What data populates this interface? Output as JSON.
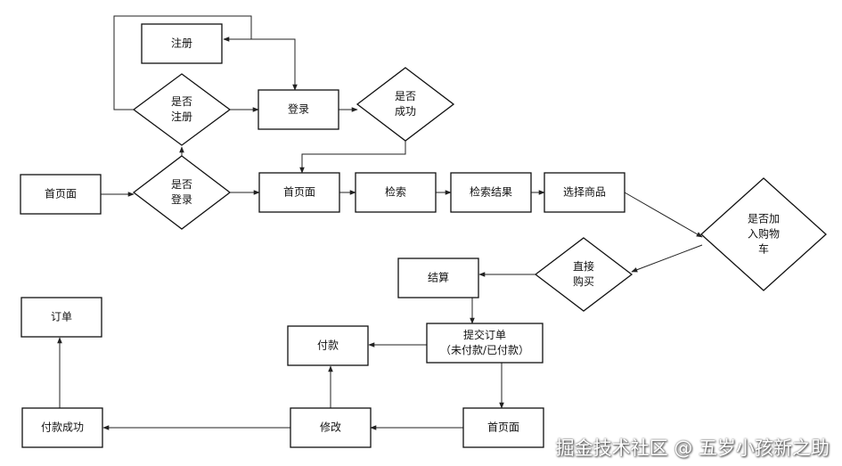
{
  "nodes": [
    {
      "id": "register",
      "shape": "rect",
      "lines": [
        "注册"
      ]
    },
    {
      "id": "dec_register",
      "shape": "diamond",
      "lines": [
        "是否",
        "注册"
      ]
    },
    {
      "id": "login",
      "shape": "rect",
      "lines": [
        "登录"
      ]
    },
    {
      "id": "dec_success",
      "shape": "diamond",
      "lines": [
        "是否",
        "成功"
      ]
    },
    {
      "id": "home_start",
      "shape": "rect",
      "lines": [
        "首页面"
      ]
    },
    {
      "id": "dec_login",
      "shape": "diamond",
      "lines": [
        "是否",
        "登录"
      ]
    },
    {
      "id": "home2",
      "shape": "rect",
      "lines": [
        "首页面"
      ]
    },
    {
      "id": "search",
      "shape": "rect",
      "lines": [
        "检索"
      ]
    },
    {
      "id": "search_result",
      "shape": "rect",
      "lines": [
        "检索结果"
      ]
    },
    {
      "id": "select_goods",
      "shape": "rect",
      "lines": [
        "选择商品"
      ]
    },
    {
      "id": "dec_cart",
      "shape": "diamond",
      "lines": [
        "是否加",
        "入购物",
        "车"
      ]
    },
    {
      "id": "dec_buy",
      "shape": "diamond",
      "lines": [
        "直接",
        "购买"
      ]
    },
    {
      "id": "checkout",
      "shape": "rect",
      "lines": [
        "结算"
      ]
    },
    {
      "id": "submit_order",
      "shape": "rect",
      "lines": [
        "提交订单",
        "（未付款/已付款）"
      ]
    },
    {
      "id": "pay",
      "shape": "rect",
      "lines": [
        "付款"
      ]
    },
    {
      "id": "home3",
      "shape": "rect",
      "lines": [
        "首页面"
      ]
    },
    {
      "id": "modify",
      "shape": "rect",
      "lines": [
        "修改"
      ]
    },
    {
      "id": "pay_success",
      "shape": "rect",
      "lines": [
        "付款成功"
      ]
    },
    {
      "id": "order",
      "shape": "rect",
      "lines": [
        "订单"
      ]
    }
  ],
  "edges": [
    {
      "from": "home_start",
      "to": "dec_login"
    },
    {
      "from": "dec_login",
      "to": "home2"
    },
    {
      "from": "dec_login",
      "to": "dec_register"
    },
    {
      "from": "dec_register",
      "to": "login"
    },
    {
      "from": "dec_register",
      "to": "register"
    },
    {
      "from": "register",
      "to": "login"
    },
    {
      "from": "login",
      "to": "dec_success"
    },
    {
      "from": "dec_success",
      "to": "home2"
    },
    {
      "from": "home2",
      "to": "search"
    },
    {
      "from": "search",
      "to": "search_result"
    },
    {
      "from": "search_result",
      "to": "select_goods"
    },
    {
      "from": "select_goods",
      "to": "dec_cart"
    },
    {
      "from": "dec_cart",
      "to": "dec_buy"
    },
    {
      "from": "dec_buy",
      "to": "checkout"
    },
    {
      "from": "checkout",
      "to": "submit_order"
    },
    {
      "from": "submit_order",
      "to": "pay"
    },
    {
      "from": "submit_order",
      "to": "home3"
    },
    {
      "from": "home3",
      "to": "modify"
    },
    {
      "from": "modify",
      "to": "pay"
    },
    {
      "from": "modify",
      "to": "pay_success"
    },
    {
      "from": "pay_success",
      "to": "order"
    }
  ],
  "watermark": "掘金技术社区 @ 五岁小孩新之助"
}
